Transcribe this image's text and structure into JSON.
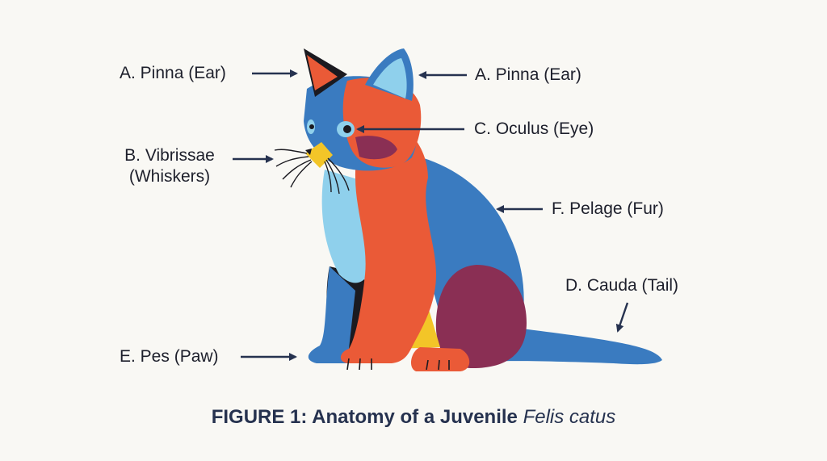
{
  "labels": {
    "pinna_left": "A. Pinna (Ear)",
    "pinna_right": "A. Pinna (Ear)",
    "oculus": "C. Oculus (Eye)",
    "vibrissae_line1": "B. Vibrissae",
    "vibrissae_line2": "(Whiskers)",
    "pelage": "F. Pelage (Fur)",
    "cauda": "D. Cauda (Tail)",
    "pes": "E. Pes (Paw)"
  },
  "caption": {
    "bold": "FIGURE 1: Anatomy of a Juvenile",
    "italic": "Felis catus"
  },
  "colors": {
    "background": "#f9f8f4",
    "arrow": "#26324f",
    "cat_blue": "#3a7bc0",
    "cat_light_blue": "#8fd0ec",
    "cat_orange": "#ea5a37",
    "cat_plum": "#8a2f54",
    "cat_yellow": "#f3c528",
    "cat_black": "#1b1a20"
  }
}
